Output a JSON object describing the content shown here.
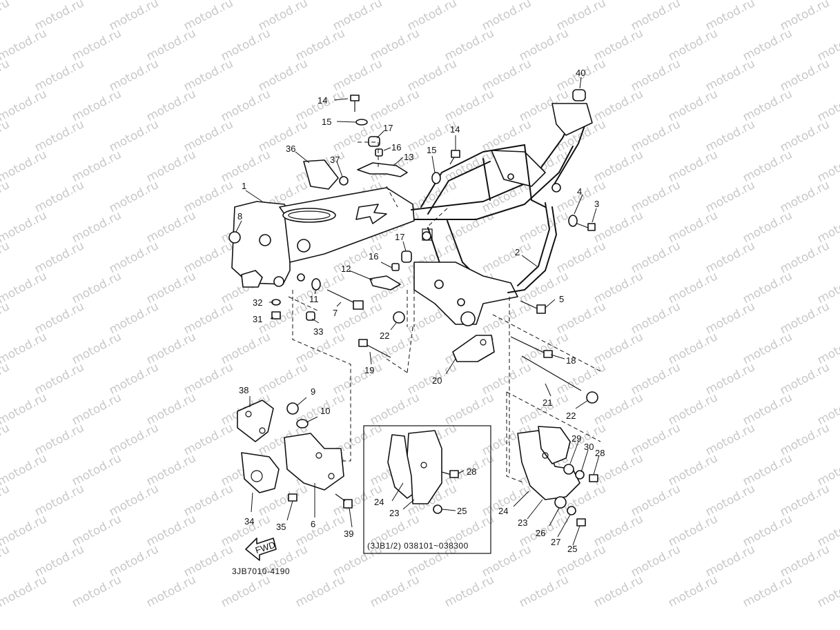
{
  "watermark": "motod.ru",
  "diagram_code": "3JB7010-4190",
  "inset_caption": "(3JB1/2) 038101~038300",
  "fwd_label": "FWD",
  "callouts": {
    "c1": "1",
    "c2": "2",
    "c3": "3",
    "c4": "4",
    "c5": "5",
    "c6": "6",
    "c7": "7",
    "c8": "8",
    "c9": "9",
    "c10": "10",
    "c11": "11",
    "c12": "12",
    "c13": "13",
    "c14a": "14",
    "c14b": "14",
    "c15a": "15",
    "c15b": "15",
    "c16a": "16",
    "c16b": "16",
    "c17a": "17",
    "c17b": "17",
    "c18": "18",
    "c19": "19",
    "c20": "20",
    "c21": "21",
    "c22a": "22",
    "c22b": "22",
    "c23a": "23",
    "c23b": "23",
    "c24a": "24",
    "c24b": "24",
    "c25a": "25",
    "c25b": "25",
    "c26": "26",
    "c27": "27",
    "c28a": "28",
    "c28b": "28",
    "c29": "29",
    "c30": "30",
    "c31": "31",
    "c32": "32",
    "c33": "33",
    "c34": "34",
    "c35": "35",
    "c36": "36",
    "c37": "37",
    "c38": "38",
    "c39": "39",
    "c40": "40"
  }
}
